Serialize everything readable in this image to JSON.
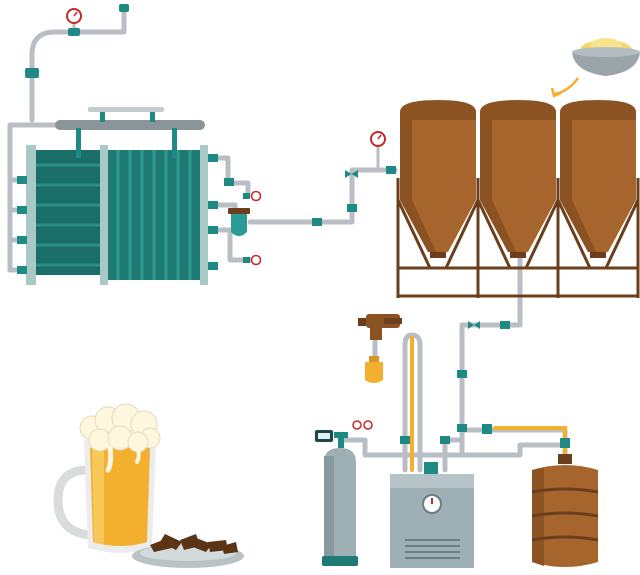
{
  "scene": {
    "components": [
      {
        "id": "plate-heat-exchanger",
        "icon": "plate-heat-exchanger-icon"
      },
      {
        "id": "filter",
        "icon": "filter-icon"
      },
      {
        "id": "fermentation-tank-1",
        "icon": "conical-fermenter-icon"
      },
      {
        "id": "fermentation-tank-2",
        "icon": "conical-fermenter-icon"
      },
      {
        "id": "fermentation-tank-3",
        "icon": "conical-fermenter-icon"
      },
      {
        "id": "malt-bowl",
        "icon": "bowl-of-malt-icon"
      },
      {
        "id": "co2-cylinder",
        "icon": "gas-cylinder-icon"
      },
      {
        "id": "cooling-unit",
        "icon": "cooler-icon"
      },
      {
        "id": "beer-keg",
        "icon": "keg-icon"
      },
      {
        "id": "bottling-tap",
        "icon": "tap-icon"
      },
      {
        "id": "beer-mug",
        "icon": "beer-mug-icon"
      },
      {
        "id": "snack-plate",
        "icon": "snack-plate-icon"
      }
    ],
    "colors": {
      "pipe": "#b8bec3",
      "fitting": "#1f8a84",
      "exchanger": "#1f7a74",
      "exchanger_frame": "#8fb7b6",
      "tank": "#a5652c",
      "tank_dark": "#6b3f1d",
      "beer": "#f2b02e",
      "foam": "#fff6e0",
      "gauge_red": "#c62828",
      "steel": "#c4ccd0"
    }
  }
}
